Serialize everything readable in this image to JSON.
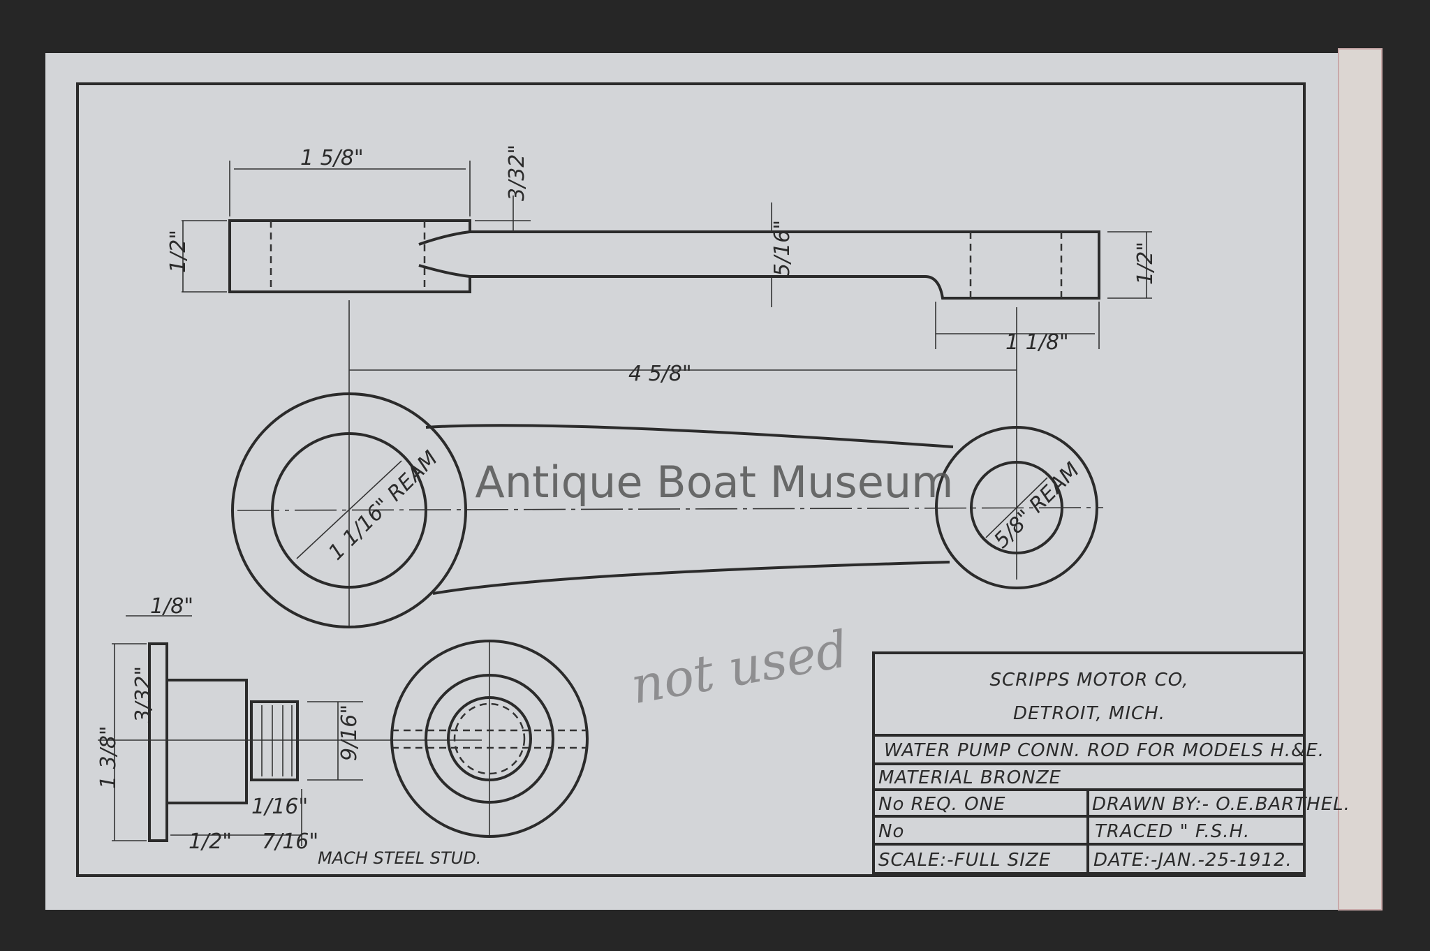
{
  "title_block": {
    "company": "SCRIPPS MOTOR CO,",
    "city": "DETROIT, MICH.",
    "part_name": "WATER PUMP CONN. ROD FOR MODELS H.&E.",
    "material": "MATERIAL  BRONZE",
    "number_required": "No REQ.   ONE",
    "number": "No",
    "drawn_by": "DRAWN BY:- O.E.BARTHEL.",
    "traced": "TRACED \"   F.S.H.",
    "scale": "SCALE:-FULL SIZE",
    "date": "DATE:-JAN.-25-1912."
  },
  "dimensions": {
    "top_left_length": "1 5/8\"",
    "slot_depth": "3/32\"",
    "left_height": "1/2\"",
    "shank_thickness": "5/16\"",
    "right_height": "1/2\"",
    "right_length": "1 1/8\"",
    "center_distance": "4 5/8\"",
    "big_bore": "1 1/16\" REAM",
    "small_bore": "5/8\" REAM",
    "flange_thickness": "1/8\"",
    "stud_groove": "3/32\"",
    "flange_dia": "1 3/8\"",
    "thread_dia": "9/16\"",
    "body_length": "1/2\"",
    "undercut": "1/16\"",
    "thread_length": "7/16\""
  },
  "stud_label": "MACH STEEL STUD.",
  "pencil_note": "not used",
  "watermark": "Antique Boat Museum"
}
